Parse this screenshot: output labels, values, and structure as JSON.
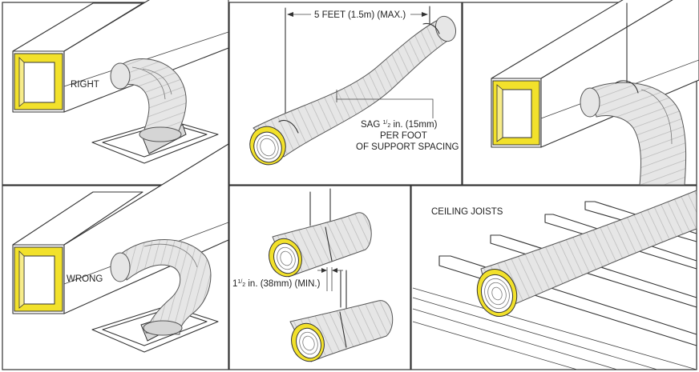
{
  "colors": {
    "collar_yellow": "#f2e12b",
    "insulation_fill": "#e6e6e6",
    "line": "#333333",
    "background": "#ffffff"
  },
  "panels": {
    "right": {
      "label": "RIGHT"
    },
    "support_spacing": {
      "dimension": "5 FEET (1.5m) (MAX.)",
      "sag_line1_prefix": "SAG ",
      "sag_frac_num": "1",
      "sag_frac_den": "2",
      "sag_line1_suffix": " in. (15mm)",
      "sag_line2": "PER FOOT",
      "sag_line3": "OF SUPPORT SPACING"
    },
    "hanger_top_right": {},
    "wrong": {
      "label": "WRONG"
    },
    "strap_width": {
      "label_prefix": "1",
      "frac_num": "1",
      "frac_den": "2",
      "label_suffix": " in. (38mm) (MIN.)"
    },
    "ceiling_joists": {
      "label": "CEILING JOISTS"
    }
  }
}
